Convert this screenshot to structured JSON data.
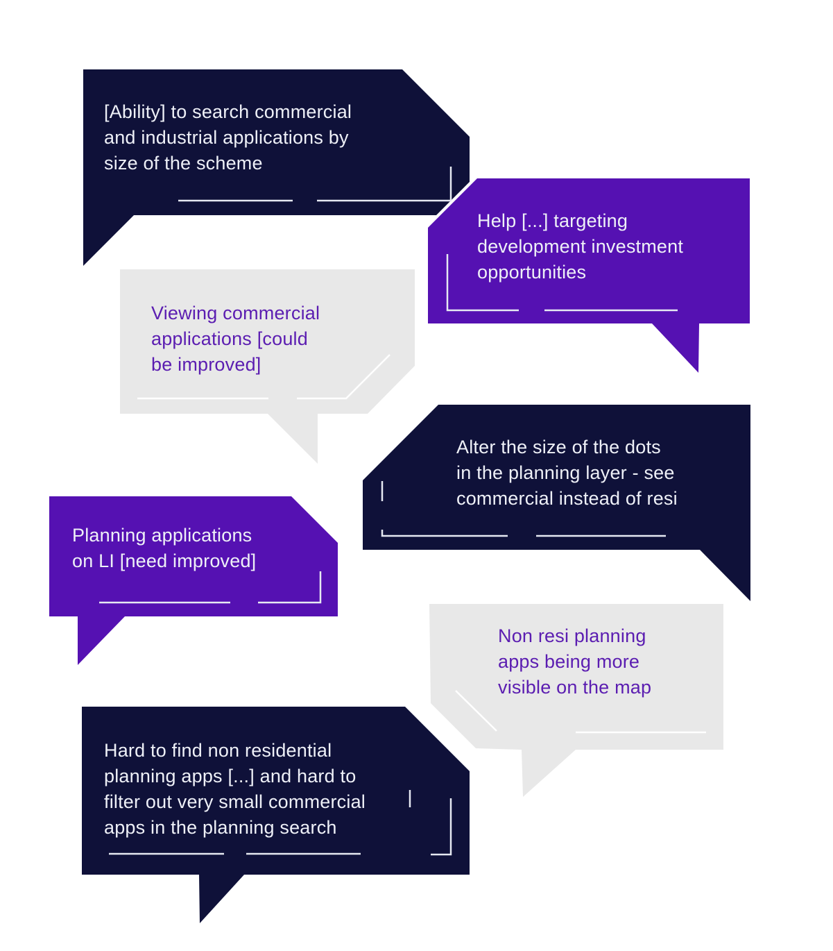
{
  "title": "User feedback speech bubbles about planning application search",
  "colors": {
    "background": "#ffffff",
    "navy": "#0f1139",
    "purple": "#5511b2",
    "gray": "#e8e8e8",
    "text_light": "#eef0f7",
    "text_purple": "#5b1db1",
    "line_on_dark": "#e6e9f2",
    "line_on_gray": "#ffffff"
  },
  "bubbles": [
    {
      "id": "ability-search",
      "variant": "navy",
      "text": "[Ability] to search commercial\nand industrial applications by\nsize of the scheme"
    },
    {
      "id": "help-targeting",
      "variant": "purple",
      "text": "Help [...] targeting\ndevelopment investment\nopportunities"
    },
    {
      "id": "viewing-commercial",
      "variant": "gray",
      "text": "Viewing commercial\napplications [could\nbe improved]"
    },
    {
      "id": "alter-dots",
      "variant": "navy",
      "text": "Alter the size of the dots\nin the planning layer - see\ncommercial instead of resi"
    },
    {
      "id": "planning-li",
      "variant": "purple",
      "text": "Planning applications\non LI [need improved]"
    },
    {
      "id": "non-resi",
      "variant": "gray",
      "text": "Non resi planning\napps being more\nvisible on the map"
    },
    {
      "id": "hard-to-find",
      "variant": "navy",
      "text": "Hard to find non residential\nplanning apps [...] and hard to\nfilter out very small commercial\napps in the planning search"
    }
  ]
}
